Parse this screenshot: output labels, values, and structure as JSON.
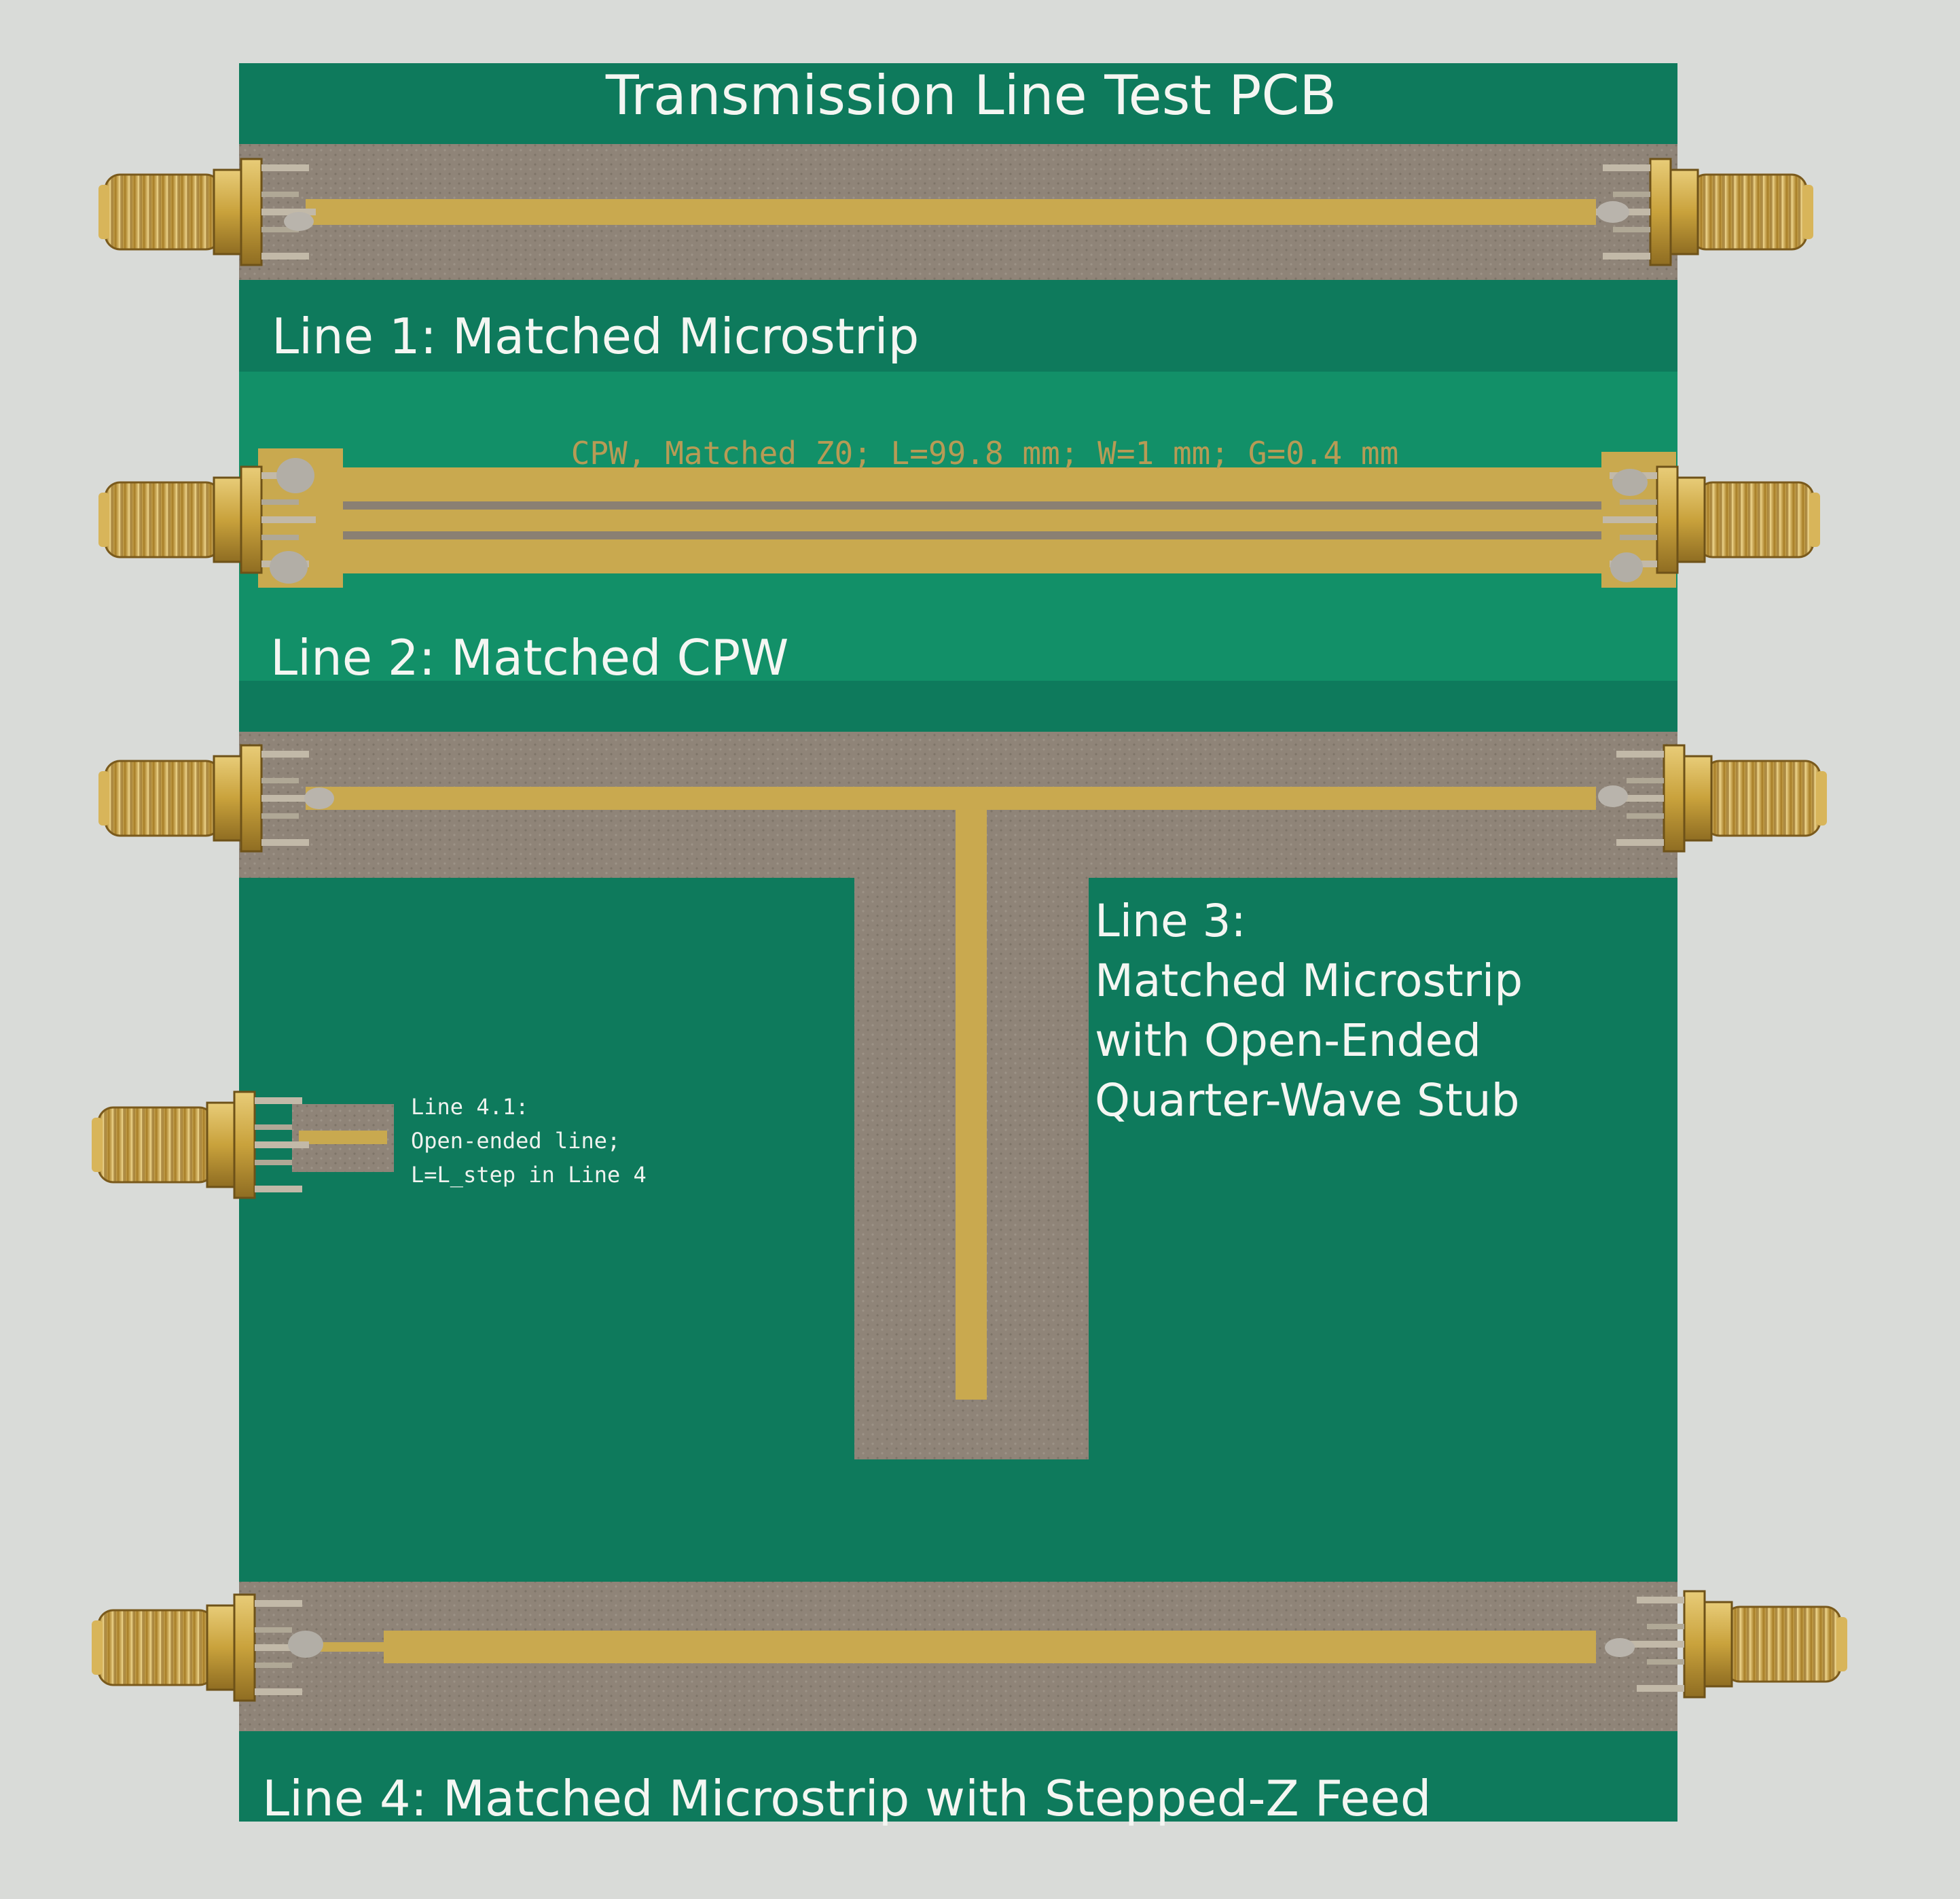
{
  "board": {
    "title": "Transmission Line Test PCB",
    "line1_label": "Line 1: Matched Microstrip",
    "cpw_spec": "CPW, Matched Z0; L=99.8 mm; W=1 mm; G=0.4 mm",
    "line2_label": "Line 2: Matched CPW",
    "line3_label": [
      "Line 3:",
      "Matched Microstrip",
      "with Open-Ended",
      "Quarter-Wave Stub"
    ],
    "line41_label": [
      "Line 4.1:",
      "Open-ended line;",
      "L=L_step in Line 4"
    ],
    "line4_label": "Line 4: Matched Microstrip with Stepped-Z Feed"
  },
  "colors": {
    "background": "#d9dbd8",
    "soldermask": "#0e7a5c",
    "soldermask_light": "#129068",
    "substrate": "#8f8478",
    "copper": "#c9a94f",
    "connector_gold": "#c9a23c",
    "silkscreen": "#f4f6f2"
  },
  "connectors": [
    "sma-connector"
  ]
}
